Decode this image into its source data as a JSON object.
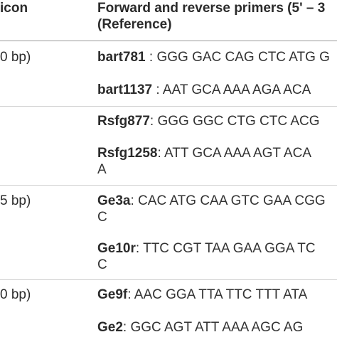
{
  "header": {
    "col1": "icon",
    "col2_line1": "Forward and reverse primers (5' – 3",
    "col2_line2": "(Reference)"
  },
  "rows": [
    {
      "amplicon": "0 bp)",
      "primers": [
        {
          "name": "bart781",
          "sep": " : ",
          "seq": "GGG GAC CAG CTC ATG G",
          "wrap": ""
        },
        {
          "name": "bart1137",
          "sep": " : ",
          "seq": "AAT GCA AAA AGA ACA",
          "wrap": ""
        }
      ]
    },
    {
      "amplicon": "",
      "primers": [
        {
          "name": "Rsfg877",
          "sep": ": ",
          "seq": "GGG GGC CTG CTC ACG",
          "wrap": ""
        },
        {
          "name": "Rsfg1258",
          "sep": ": ",
          "seq": "ATT GCA AAA AGT ACA",
          "wrap": "A"
        }
      ]
    },
    {
      "amplicon": "5 bp)",
      "primers": [
        {
          "name": "Ge3a",
          "sep": ": ",
          "seq": "CAC ATG CAA GTC GAA CGG",
          "wrap": "C"
        },
        {
          "name": "Ge10r",
          "sep": ": ",
          "seq": "TTC CGT TAA GAA GGA TC",
          "wrap": "C"
        }
      ]
    },
    {
      "amplicon": "0 bp)",
      "primers": [
        {
          "name": "Ge9f",
          "sep": ": ",
          "seq": "AAC GGA TTA TTC TTT ATA",
          "wrap": ""
        },
        {
          "name": "Ge2",
          "sep": ": ",
          "seq": "GGC AGT ATT AAA AGC AG",
          "wrap": ""
        }
      ]
    }
  ]
}
